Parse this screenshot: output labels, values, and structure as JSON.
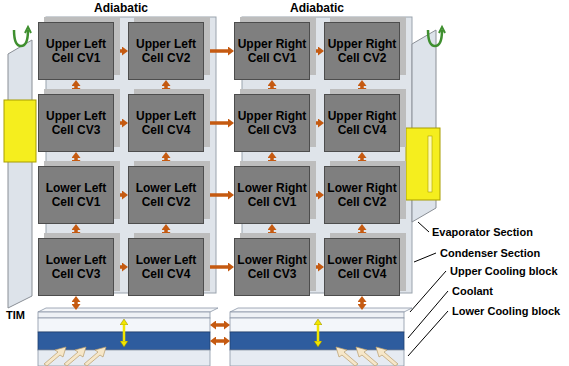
{
  "diagram": {
    "nodes": [
      {
        "text": [
          "Upper Left Cell CV1"
        ]
      },
      {
        "text": [
          "Upper Left Cell CV2"
        ]
      },
      {
        "text": [
          "Upper Right Cell CV1"
        ]
      },
      {
        "text": [
          "Upper Right Cell CV2"
        ]
      },
      {
        "text": [
          "Upper Left Cell CV3"
        ]
      },
      {
        "text": [
          "Upper Left Cell CV4"
        ]
      },
      {
        "text": [
          "Upper Right Cell CV3"
        ]
      },
      {
        "text": [
          "Upper Right Cell CV4"
        ]
      },
      {
        "text": [
          "Lower Left Cell CV1"
        ]
      },
      {
        "text": [
          "Lower Left Cell CV2"
        ]
      },
      {
        "text": [
          "Lower Right Cell CV1"
        ]
      },
      {
        "text": [
          "Lower Right Cell CV2"
        ]
      },
      {
        "text": [
          "Lower Left Cell CV3"
        ]
      },
      {
        "text": [
          "Lower Left Cell CV4"
        ]
      },
      {
        "text": [
          "Lower Right Cell CV3"
        ]
      },
      {
        "text": [
          "Lower Right Cell CV4"
        ]
      }
    ],
    "edges": [
      {
        "from": 0,
        "to": 1,
        "arrow": "both"
      },
      {
        "from": 1,
        "to": 2,
        "arrow": "both"
      },
      {
        "from": 2,
        "to": 3,
        "arrow": "both"
      },
      {
        "from": 4,
        "to": 5,
        "arrow": "both"
      },
      {
        "from": 5,
        "to": 6,
        "arrow": "both"
      },
      {
        "from": 6,
        "to": 7,
        "arrow": "both"
      },
      {
        "from": 8,
        "to": 9,
        "arrow": "both"
      },
      {
        "from": 9,
        "to": 10,
        "arrow": "both"
      },
      {
        "from": 10,
        "to": 11,
        "arrow": "both"
      },
      {
        "from": 12,
        "to": 13,
        "arrow": "both"
      },
      {
        "from": 13,
        "to": 14,
        "arrow": "both"
      },
      {
        "from": 14,
        "to": 15,
        "arrow": "both"
      },
      {
        "from": 0,
        "to": 4,
        "arrow": "both"
      },
      {
        "from": 1,
        "to": 5,
        "arrow": "both"
      },
      {
        "from": 2,
        "to": 6,
        "arrow": "both"
      },
      {
        "from": 3,
        "to": 7,
        "arrow": "both"
      },
      {
        "from": 4,
        "to": 8,
        "arrow": "both"
      },
      {
        "from": 5,
        "to": 9,
        "arrow": "both"
      },
      {
        "from": 6,
        "to": 10,
        "arrow": "both"
      },
      {
        "from": 7,
        "to": 11,
        "arrow": "both"
      },
      {
        "from": 8,
        "to": 12,
        "arrow": "both"
      },
      {
        "from": 9,
        "to": 13,
        "arrow": "both"
      },
      {
        "from": 10,
        "to": 14,
        "arrow": "both"
      },
      {
        "from": 11,
        "to": 15,
        "arrow": "both"
      }
    ],
    "labels": [
      "Adiabatic",
      "Adiabatic",
      "Evaporator Section",
      "Condenser Section",
      "Upper Cooling block",
      "Coolant",
      "Lower Cooling block",
      "TIM"
    ]
  }
}
